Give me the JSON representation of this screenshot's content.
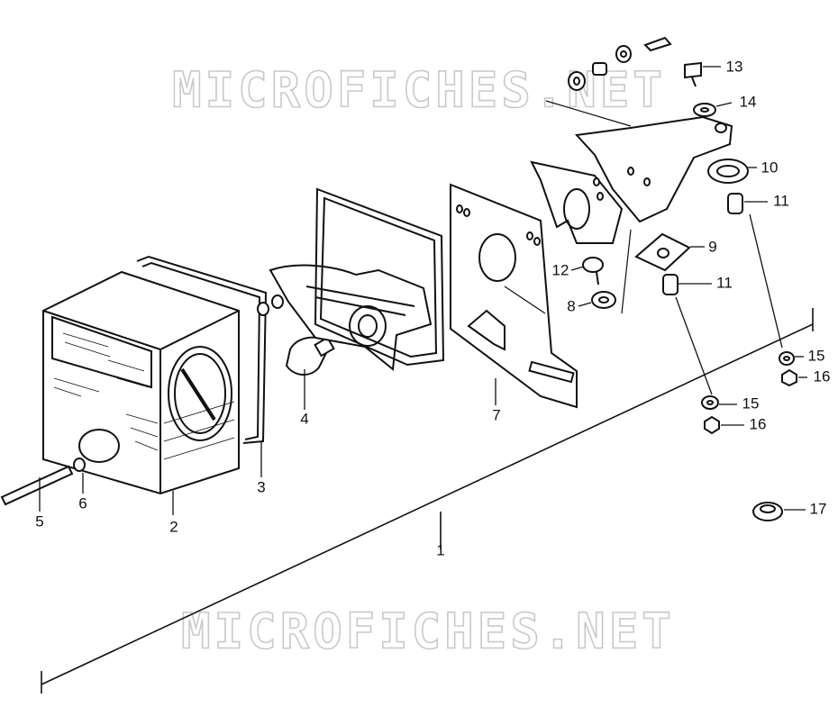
{
  "watermark": {
    "top": "MICROFICHES.NET",
    "bottom": "MICROFICHES.NET"
  },
  "parts": {
    "p1": "1",
    "p2": "2",
    "p3": "3",
    "p4": "4",
    "p5": "5",
    "p6": "6",
    "p7": "7",
    "p8": "8",
    "p9": "9",
    "p10": "10",
    "p11a": "11",
    "p11b": "11",
    "p12": "12",
    "p13": "13",
    "p14": "14",
    "p15a": "15",
    "p15b": "15",
    "p16a": "16",
    "p16b": "16",
    "p17": "17"
  },
  "colors": {
    "ink": "#111111",
    "watermark": "#c9c9c9",
    "background": "#ffffff"
  }
}
